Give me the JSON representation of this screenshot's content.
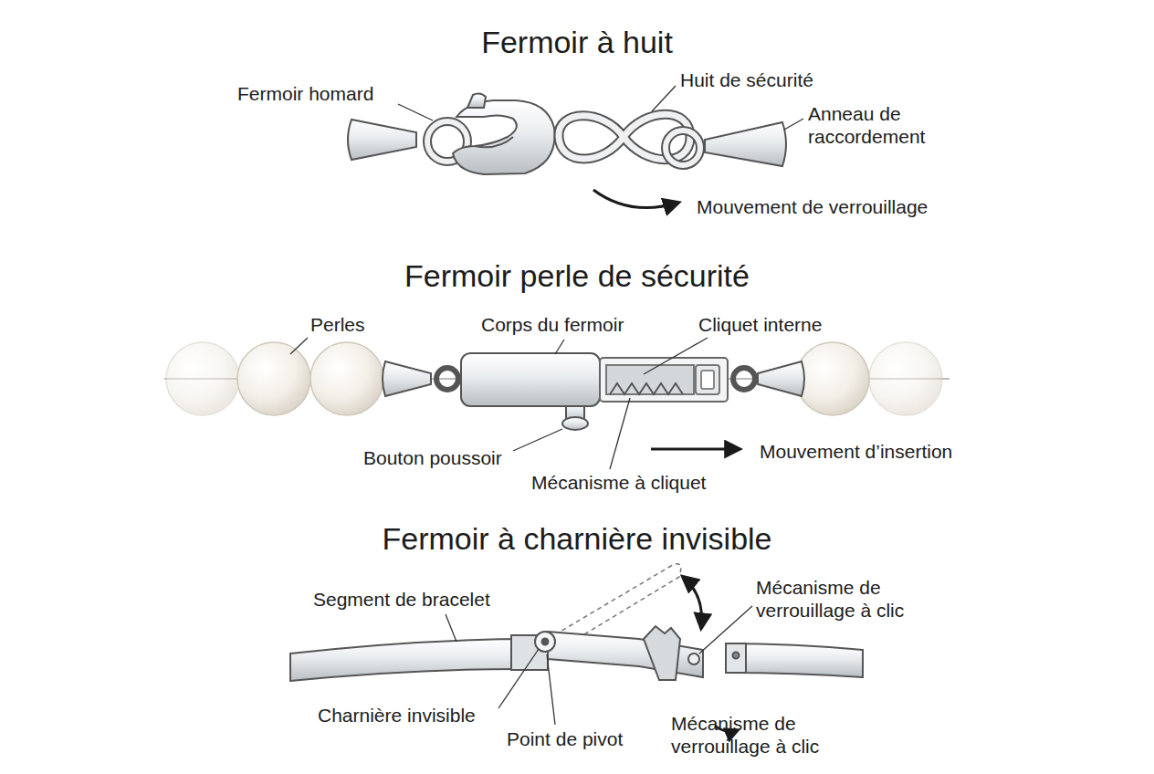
{
  "diagram": {
    "labels": [
      "Fermoir à huit",
      "Fermoir homard",
      "Huit de sécurité",
      "Anneau de raccordement",
      "Mouvement de verrouillage",
      "Fermoir perle de sécurité",
      "Perles",
      "Corps du fermoir",
      "Cliquet interne",
      "Bouton poussoir",
      "Mécanisme à cliquet",
      "Mouvement d’insertion",
      "Fermoir à charnière invisible",
      "Segment de bracelet",
      "Mécanisme de verrouillage à clic",
      "Charnière invisible",
      "Point de pivot",
      "Mécanisme de verrouillage à clic"
    ]
  }
}
